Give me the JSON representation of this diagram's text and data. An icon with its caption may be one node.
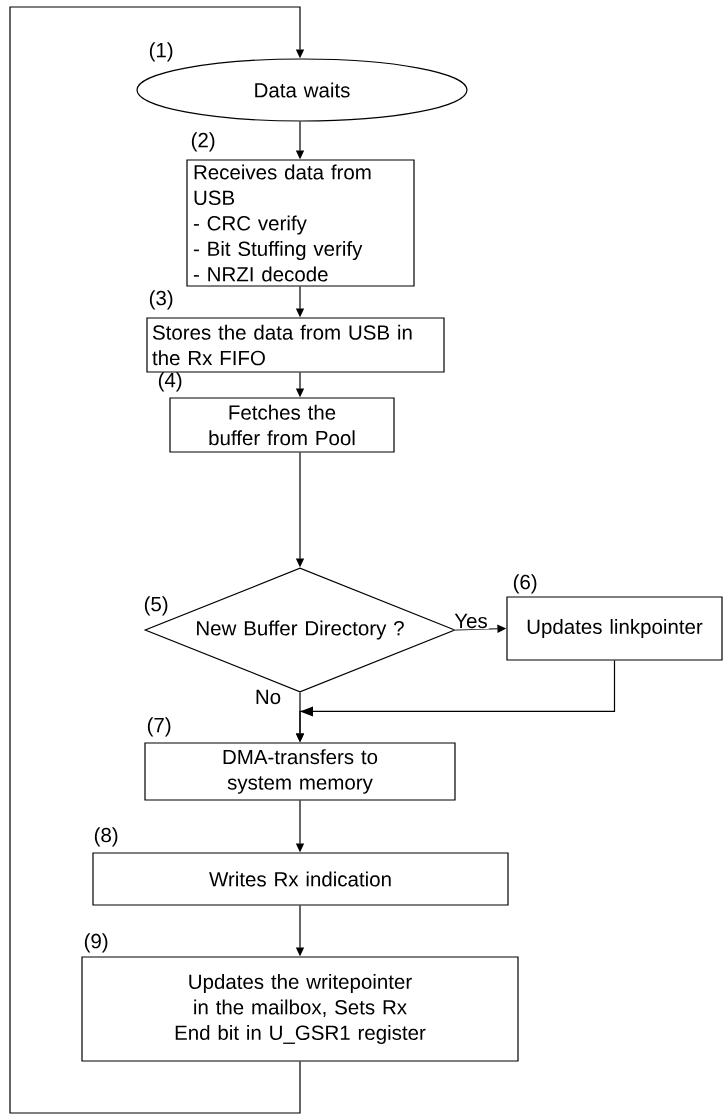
{
  "diagram": {
    "nodes": [
      {
        "text": [
          "Data waits"
        ],
        "beside": [
          "(1)"
        ]
      },
      {
        "text": [
          "Receives data from USB",
          "- CRC verify",
          "- Bit Stuffing verify",
          "- NRZI decode"
        ],
        "beside": [
          "(2)"
        ]
      },
      {
        "text": [
          "Stores the data from USB in the Rx FIFO"
        ],
        "beside": [
          "(3)"
        ]
      },
      {
        "text": [
          "Fetches the buffer from Pool"
        ],
        "beside": [
          "(4)"
        ]
      },
      {
        "text": [
          "New Buffer Directory ?"
        ],
        "beside": [
          "(5)"
        ]
      },
      {
        "text": [
          "Updates linkpointer"
        ],
        "beside": [
          "(6)"
        ]
      },
      {
        "text": [
          "DMA-transfers to system memory"
        ],
        "beside": [
          "(7)"
        ]
      },
      {
        "text": [
          "Writes Rx indication"
        ],
        "beside": [
          "(8)"
        ]
      },
      {
        "text": [
          "Updates the writepointer in the mailbox, Sets Rx End bit in U_GSR1 register"
        ],
        "beside": [
          "(9)"
        ]
      }
    ],
    "edges": [
      {
        "from": 0,
        "to": 1,
        "arrow": "to"
      },
      {
        "from": 1,
        "to": 2,
        "arrow": "to"
      },
      {
        "from": 2,
        "to": 3,
        "arrow": "to"
      },
      {
        "from": 3,
        "to": 4,
        "arrow": "to"
      },
      {
        "from": 4,
        "to": 5,
        "arrow": "to",
        "label": "Yes"
      },
      {
        "from": 4,
        "to": 6,
        "arrow": "to",
        "label": "No"
      },
      {
        "from": 5,
        "to": 6,
        "arrow": "to"
      },
      {
        "from": 6,
        "to": 7,
        "arrow": "to"
      },
      {
        "from": 7,
        "to": 8,
        "arrow": "to"
      },
      {
        "from": 8,
        "to": 0,
        "arrow": "to"
      }
    ]
  }
}
